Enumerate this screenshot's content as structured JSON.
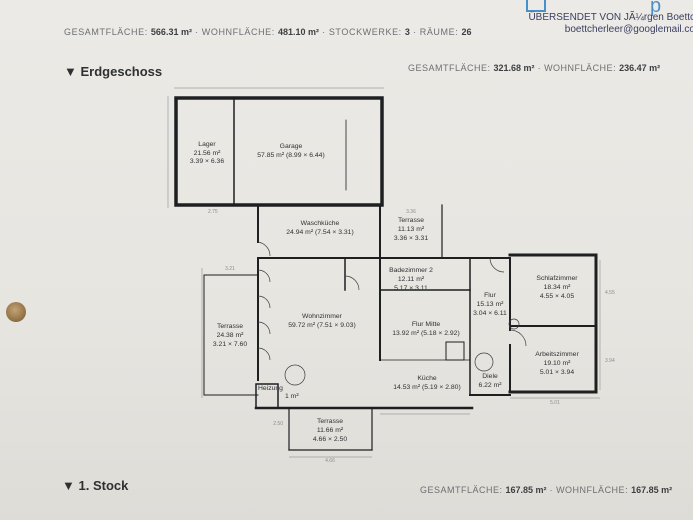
{
  "header": {
    "summary": {
      "gesamt_label": "GESAMTFLÄCHE:",
      "gesamt_value": "566.31 m²",
      "wohn_label": "WOHNFLÄCHE:",
      "wohn_value": "481.10 m²",
      "stock_label": "STOCKWERKE:",
      "stock_value": "3",
      "raeume_label": "RÄUME:",
      "raeume_value": "26"
    },
    "sender_line": "ÜBERSENDET VON JÃ¼rgen Boettc",
    "sender_email": "boettcherleer@googlemail.co",
    "brand_tail": "p"
  },
  "floors": [
    {
      "title": "Erdgeschoss",
      "gesamt_label": "GESAMTFLÄCHE:",
      "gesamt_value": "321.68 m²",
      "wohn_label": "WOHNFLÄCHE:",
      "wohn_value": "236.47 m²"
    },
    {
      "title": "1. Stock",
      "gesamt_label": "GESAMTFLÄCHE:",
      "gesamt_value": "167.85 m²",
      "wohn_label": "WOHNFLÄCHE:",
      "wohn_value": "167.85 m²"
    }
  ],
  "rooms": [
    {
      "name": "Lager",
      "area": "21.56 m²",
      "dims": "3.39 × 6.36"
    },
    {
      "name": "Garage",
      "area": "57.85 m² (8.99 × 6.44)"
    },
    {
      "name": "Waschküche",
      "area": "24.94 m² (7.54 × 3.31)"
    },
    {
      "name": "Terrasse",
      "area": "11.13 m²",
      "dims": "3.36 × 3.31"
    },
    {
      "name": "Badezimmer 2",
      "area": "12.11 m²",
      "dims": "5.17 × 3.11"
    },
    {
      "name": "Schlafzimmer",
      "area": "18.34 m²",
      "dims": "4.55 × 4.05"
    },
    {
      "name": "Terrasse",
      "area": "24.38 m²",
      "dims": "3.21 × 7.60"
    },
    {
      "name": "Wohnzimmer",
      "area": "59.72 m² (7.51 × 9.03)"
    },
    {
      "name": "Flur",
      "area": "15.13 m²",
      "dims": "3.04 × 6.11"
    },
    {
      "name": "Flur Mitte",
      "area": "13.92 m² (5.18 × 2.92)"
    },
    {
      "name": "Arbeitszimmer",
      "area": "19.10 m²",
      "dims": "5.01 × 3.94"
    },
    {
      "name": "Küche",
      "area": "14.53 m² (5.19 × 2.80)"
    },
    {
      "name": "Diele",
      "area": "6.22 m²"
    },
    {
      "name": "Heizung",
      "area": "1 m²"
    },
    {
      "name": "Terrasse",
      "area": "11.66 m²",
      "dims": "4.66 × 2.50"
    }
  ],
  "dimension_labels": [
    "3.21",
    "2.50",
    "4.66",
    "4.55",
    "3.94",
    "2.75",
    "3.36",
    "5.01"
  ]
}
